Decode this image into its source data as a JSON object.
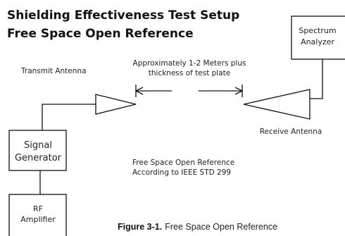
{
  "header": {
    "title_line1": "Shielding Effectiveness Test Setup",
    "title_line2": "Free Space Open Reference"
  },
  "spectrum_analyzer": {
    "line1": "Spectrum",
    "line2": "Analyzer"
  },
  "distance_note": {
    "line1": "Approximately 1-2 Meters plus",
    "line2": "thickness of test plate"
  },
  "transmit_antenna": {
    "label": "Transmit Antenna"
  },
  "receive_antenna": {
    "label": "Receive Antenna"
  },
  "signal_generator": {
    "line1": "Signal",
    "line2": "Generator"
  },
  "rf_amplifier": {
    "line1": "RF",
    "line2": "Amplifier"
  },
  "reference_note": {
    "line1": "Free Space Open Reference",
    "line2": "According to IEEE STD 299"
  },
  "caption": {
    "figure": "Figure 3-1.",
    "text": "Free Space Open Reference"
  }
}
